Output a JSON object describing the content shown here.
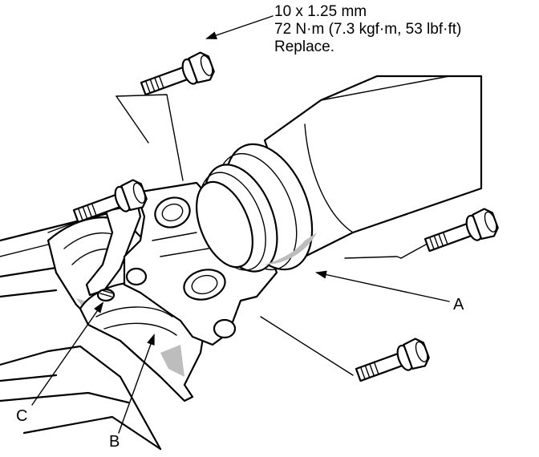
{
  "spec": {
    "line1": "10 x 1.25 mm",
    "line2": "72 N·m (7.3 kgf·m, 53 lbf·ft)",
    "line3": "Replace."
  },
  "callouts": {
    "a": "A",
    "b": "B",
    "c": "C"
  },
  "icons": [
    "bolt-icon",
    "arrow-icon"
  ],
  "colors": {
    "line": "#000000",
    "background": "#ffffff",
    "shading": "#bdbdbd"
  }
}
